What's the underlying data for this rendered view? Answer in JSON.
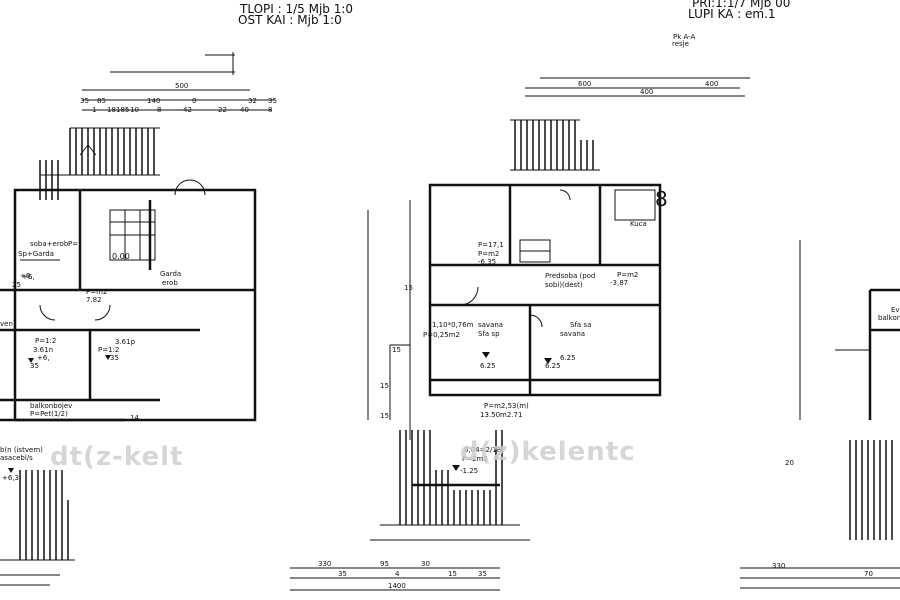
{
  "headers": {
    "left_title_1": "TLOPI : 1/5 Mjb 1:0",
    "left_title_2": "OST KAI : Mjb 1:0",
    "right_title_1": "PRI:1:1/7 Mjb 00",
    "right_title_2": "LUPI KA : em.1"
  },
  "section_ref": {
    "label": "Pk A-A",
    "sub": "resje"
  },
  "dimensions": {
    "left_top_outer": "500",
    "left_top_row": [
      "35",
      "85",
      "140",
      "0",
      "32",
      "35"
    ],
    "left_top_row2": [
      "1",
      "18",
      "185",
      "10",
      "8",
      "42",
      "22",
      "40",
      "8"
    ],
    "mid_top": [
      "600",
      "400",
      "400"
    ],
    "mid_bottom": [
      "330",
      "35",
      "95",
      "4",
      "30",
      "15",
      "35"
    ],
    "mid_bottom_total": "1400",
    "right_bottom": [
      "330",
      "70"
    ],
    "side_vertical": [
      "15",
      "15",
      "15",
      "14",
      "15",
      "20"
    ]
  },
  "rooms": {
    "left": [
      {
        "name": "soba+erob",
        "area": "P="
      },
      {
        "name": "Sp+Garda",
        "area": "+6,"
      },
      {
        "name": "Garda",
        "area": "erob"
      },
      {
        "name": "P=m2",
        "area": "7.82"
      },
      {
        "name": "P=1:2",
        "area": "3.61n"
      },
      {
        "name": "P=1:2",
        "area": "3.61p"
      },
      {
        "name": "balkonbojev",
        "area": "P=Pet(1/2)"
      },
      {
        "name": "b(n (istvem)",
        "area": "asacebl/s"
      }
    ],
    "mid": [
      {
        "name": "Predsoba (pod",
        "area": "sobi)(dest)"
      },
      {
        "name": "Kuca",
        "area": "P=m2"
      },
      {
        "name": "savana",
        "area": "Sfa sp"
      },
      {
        "name": "Sfa sa",
        "area": "savana"
      },
      {
        "name": "P=m2,53(m)",
        "area": "13.50m2.71"
      },
      {
        "name": "8,04=2/18",
        "area": "P=2m2"
      }
    ],
    "right": [
      {
        "name": "Ev",
        "area": "balkon"
      }
    ]
  },
  "levels": {
    "left": [
      "+6,",
      "0.00",
      "+6,",
      "+6,3",
      "35",
      "35",
      "25"
    ],
    "mid": [
      "-6,35",
      "-3,87",
      "6.25",
      "6.25",
      "6.25",
      "-1.25"
    ]
  },
  "misc_labels": {
    "p_labels": [
      "P=17,1",
      "P=m2",
      "P=0,25m2",
      "1,10*0,76m"
    ],
    "marker": "8",
    "left_side": "ven)"
  },
  "watermarks": [
    "dt(z-kelt",
    "d(z)kelentc"
  ]
}
